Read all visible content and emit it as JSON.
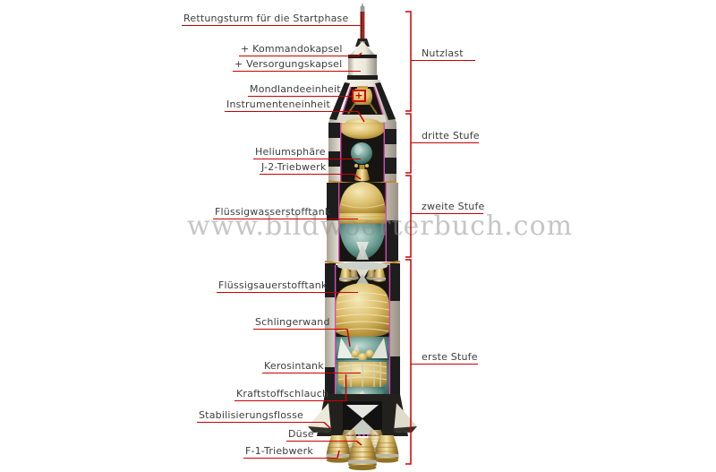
{
  "watermark": {
    "text": "www.bildwoerterbuch.com"
  },
  "colors": {
    "annotation_red": "#cc0000",
    "label_text": "#3d3d3d",
    "watermark_gray": "#8f8f8f",
    "cutaway_magenta": "#d94cb2",
    "tank_gold": "#d9bb66",
    "tank_teal": "#4d8a82"
  },
  "detail_marker": {
    "symbol": "+"
  },
  "left_labels": [
    {
      "id": "rettungsturm",
      "text": "Rettungsturm für die Startphase"
    },
    {
      "id": "kommandokapsel",
      "text": "+ Kommandokapsel"
    },
    {
      "id": "versorgungskapsel",
      "text": "+ Versorgungskapsel"
    },
    {
      "id": "mondlandeeinheit",
      "text": "Mondlandeeinheit"
    },
    {
      "id": "instrumenteneinheit",
      "text": "Instrumenteneinheit"
    },
    {
      "id": "heliumsphaere",
      "text": "Heliumsphäre"
    },
    {
      "id": "j2-triebwerk",
      "text": "J-2-Triebwerk"
    },
    {
      "id": "fluessigwasserstofftank",
      "text": "Flüssigwasserstofftank"
    },
    {
      "id": "fluessigsauerstofftank",
      "text": "Flüssigsauerstofftank"
    },
    {
      "id": "schlingerwand",
      "text": "Schlingerwand"
    },
    {
      "id": "kerosintank",
      "text": "Kerosintank"
    },
    {
      "id": "kraftstoffschlauch",
      "text": "Kraftstoffschlauch"
    },
    {
      "id": "stabilisierungsflosse",
      "text": "Stabilisierungsflosse"
    },
    {
      "id": "duese",
      "text": "Düse"
    },
    {
      "id": "f1-triebwerk",
      "text": "F-1-Triebwerk"
    }
  ],
  "right_labels": [
    {
      "id": "nutzlast",
      "text": "Nutzlast"
    },
    {
      "id": "dritte-stufe",
      "text": "dritte Stufe"
    },
    {
      "id": "zweite-stufe",
      "text": "zweite Stufe"
    },
    {
      "id": "erste-stufe",
      "text": "erste Stufe"
    }
  ]
}
